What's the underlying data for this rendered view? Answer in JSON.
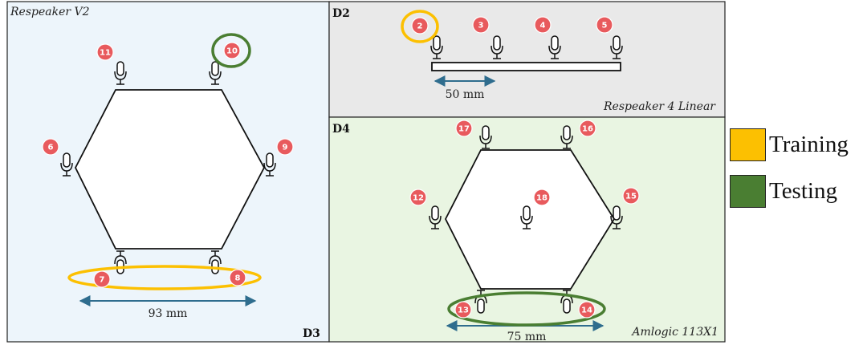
{
  "panels": {
    "left": {
      "title": "Respeaker V2",
      "tag": "D3",
      "dimension": "93 mm"
    },
    "top": {
      "tag": "D2",
      "title": "Respeaker 4 Linear",
      "dimension": "50 mm"
    },
    "bottom": {
      "tag": "D4",
      "title": "Amlogic 113X1",
      "dimension": "75 mm"
    }
  },
  "microphones": {
    "left": [
      "11",
      "10",
      "6",
      "9",
      "7",
      "8"
    ],
    "top": [
      "2",
      "3",
      "4",
      "5"
    ],
    "bottom": [
      "17",
      "16",
      "12",
      "18",
      "15",
      "13",
      "14"
    ]
  },
  "legend": [
    {
      "label": "Training",
      "color": "#fcc001"
    },
    {
      "label": "Testing",
      "color": "#4a7e32"
    }
  ],
  "colors": {
    "left_bg": "#edf5fb",
    "top_bg": "#e9e9e9",
    "bottom_bg": "#e9f5e2",
    "badge": "#e85a5d",
    "arrow": "#2f6d8e",
    "training": "#fcc001",
    "testing": "#4a7e32"
  },
  "icons": {
    "mic": "microphone-icon",
    "badge": "mic-number-badge"
  }
}
